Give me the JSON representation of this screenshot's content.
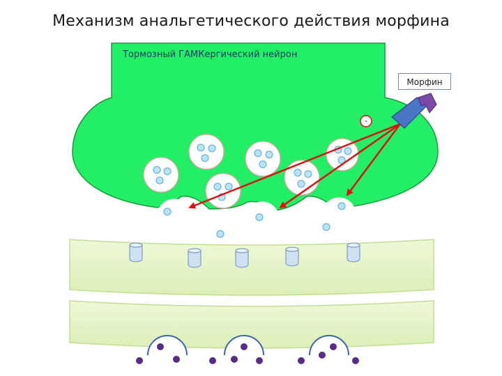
{
  "title": "Механизм анальгетического действия морфина",
  "neuron_label": "Тормозный ГАМКергический нейрон",
  "morphine_label": "Морфин",
  "inhibition_sign": "-",
  "colors": {
    "neuron_fill": "#22ee66",
    "neuron_stroke": "#1a9a3c",
    "vesicle_fill": "#ffffff",
    "vesicle_stroke": "#e6a0a0",
    "molecule_fill": "#b7e4f7",
    "molecule_stroke": "#5aa8d6",
    "arrow": "#dd1111",
    "membrane_fill": "#e4f4c4",
    "membrane_stroke": "#c2dd94",
    "receptor_fill": "#cfe0f2",
    "receptor_stroke": "#6a8cb8",
    "morphine_fill": "#4a74c4",
    "opioid_receptor_fill": "#7a4aa6",
    "lower_dots": "#5a2a8a",
    "lower_arc": "#3a66b0"
  },
  "icons": {
    "morphine": "morphine-molecule-icon",
    "opioid_receptor": "opioid-receptor-icon"
  }
}
